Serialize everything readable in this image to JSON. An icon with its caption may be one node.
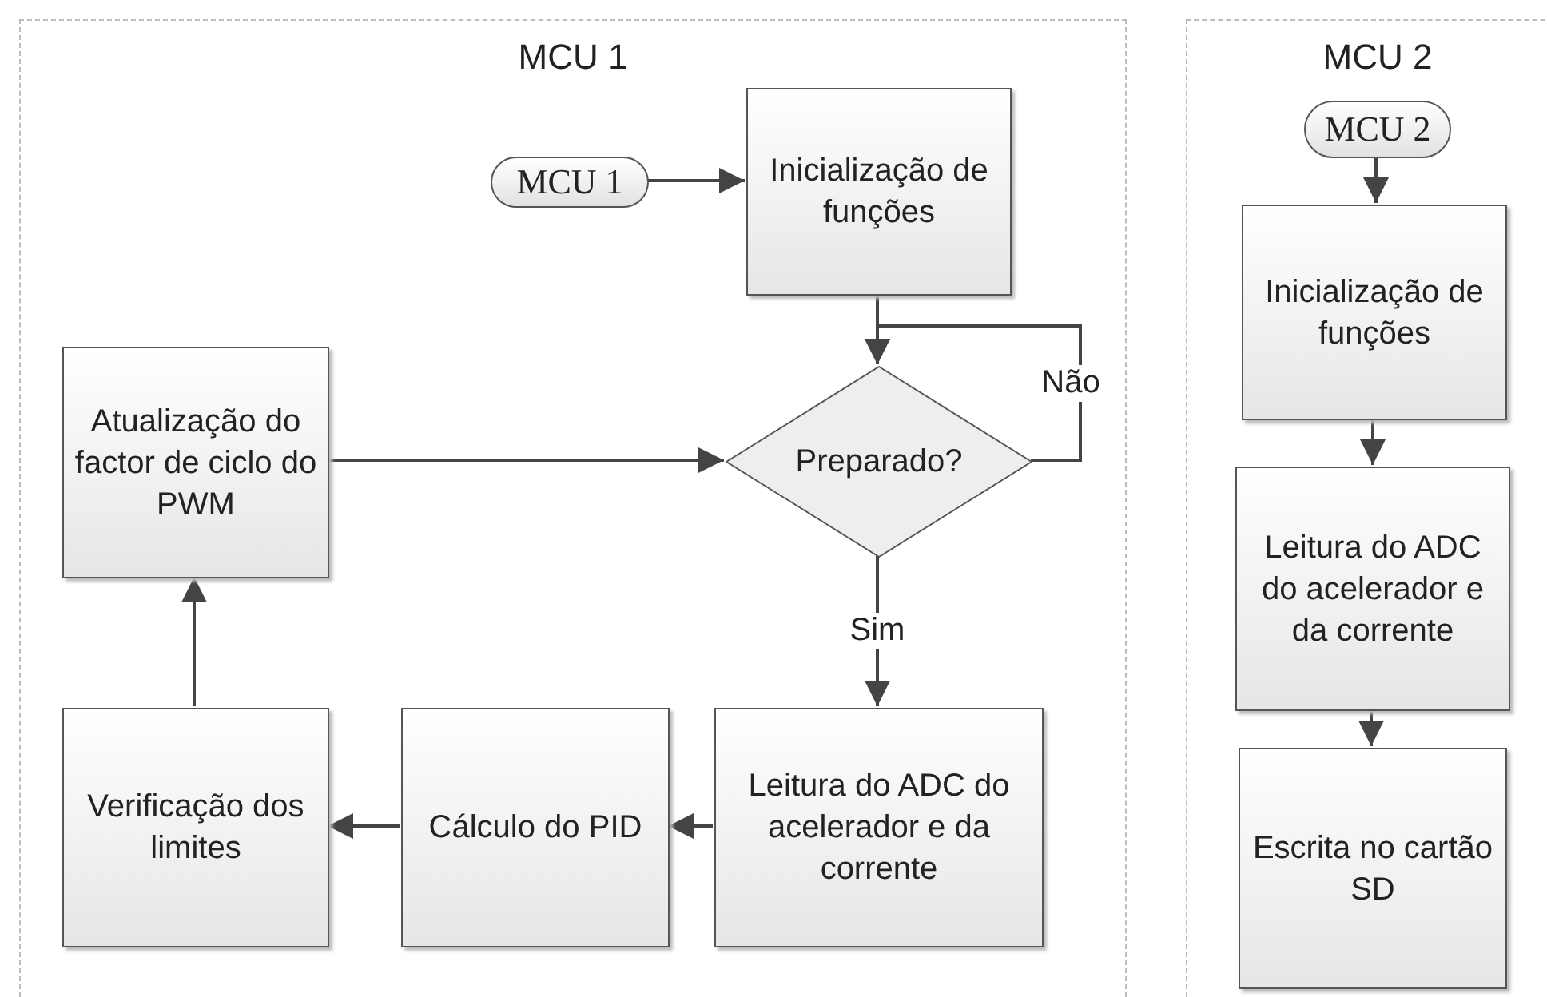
{
  "diagram": {
    "nodes": [
      {
        "text": [
          "MCU 1"
        ]
      },
      {
        "text": [
          "MCU 1"
        ],
        "in": 0
      },
      {
        "text": [
          "Inicialização de funções"
        ],
        "in": 0
      },
      {
        "text": [
          "Preparado?"
        ],
        "in": 0
      },
      {
        "text": [
          "Atualização do factor de ciclo do PWM"
        ],
        "in": 0
      },
      {
        "text": [
          "Leitura do ADC do acelerador e da corrente"
        ],
        "in": 0
      },
      {
        "text": [
          "Cálculo do PID"
        ],
        "in": 0
      },
      {
        "text": [
          "Verificação dos limites"
        ],
        "in": 0
      },
      {
        "text": [
          "MCU 2"
        ]
      },
      {
        "text": [
          "MCU 2"
        ],
        "in": 8
      },
      {
        "text": [
          "Inicialização de funções"
        ],
        "in": 8
      },
      {
        "text": [
          "Leitura do ADC do acelerador e da corrente"
        ],
        "in": 8
      },
      {
        "text": [
          "Escrita no cartão SD"
        ],
        "in": 8
      }
    ],
    "edges": [
      {
        "from": 1,
        "to": 2,
        "arrow": "to"
      },
      {
        "from": 2,
        "to": 3,
        "arrow": "to"
      },
      {
        "from": 3,
        "to": 3,
        "label": "Não",
        "arrow": "to"
      },
      {
        "from": 3,
        "to": 5,
        "label": "Sim",
        "arrow": "to"
      },
      {
        "from": 5,
        "to": 6,
        "arrow": "to"
      },
      {
        "from": 6,
        "to": 7,
        "arrow": "to"
      },
      {
        "from": 7,
        "to": 4,
        "arrow": "to"
      },
      {
        "from": 4,
        "to": 3,
        "arrow": "to"
      },
      {
        "from": 9,
        "to": 10,
        "arrow": "to"
      },
      {
        "from": 10,
        "to": 11,
        "arrow": "to"
      },
      {
        "from": 11,
        "to": 12,
        "arrow": "to"
      }
    ]
  }
}
